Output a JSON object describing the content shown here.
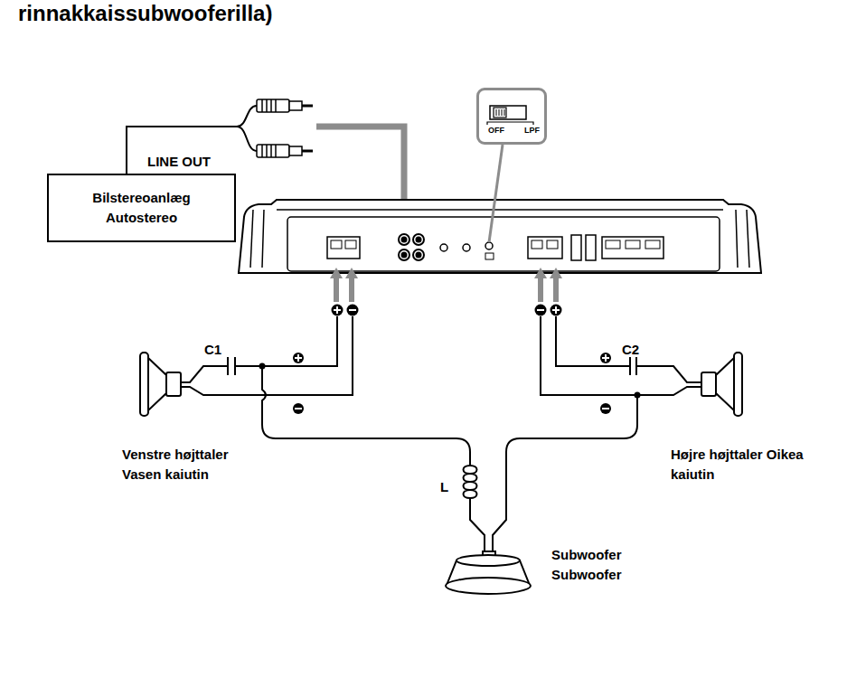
{
  "diagram": {
    "title": "rinnakkaissubwooferilla)",
    "nodes": [
      {
        "text": [
          "LINE OUT",
          "Bilstereoanlæg Autostereo"
        ]
      },
      {
        "text": [
          "OFF",
          "LPF"
        ]
      }
    ],
    "labels": [
      "C1",
      "C2",
      "Venstre højttaler Vasen kaiutin",
      "Højre højttaler Oikea kaiutin",
      "L",
      "Subwoofer Subwoofer"
    ]
  }
}
